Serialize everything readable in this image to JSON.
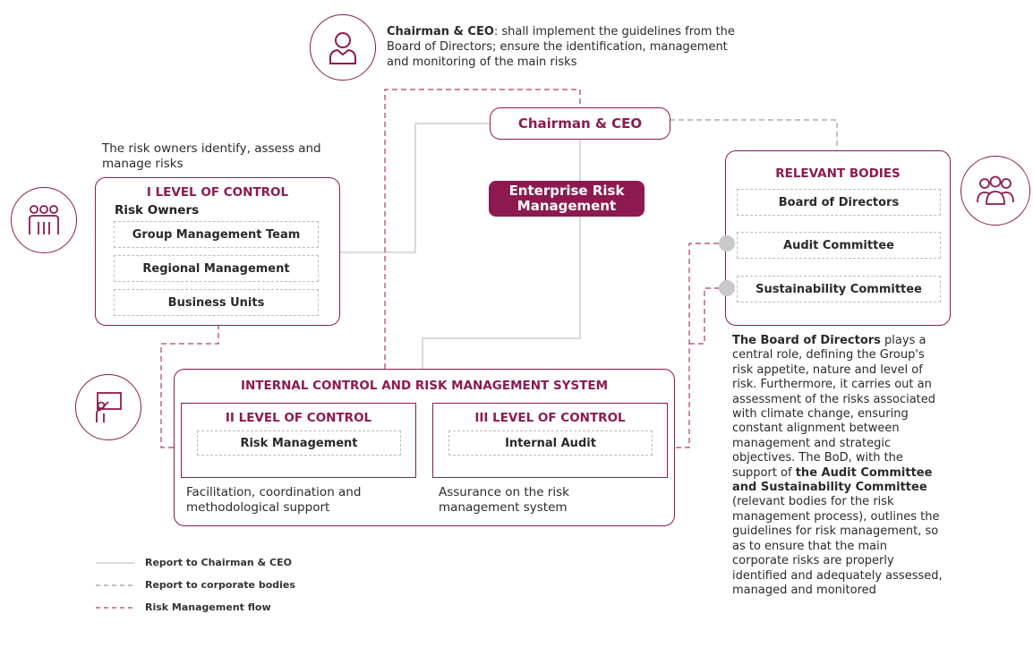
{
  "ceo_note": {
    "bold": "Chairman & CEO",
    "text": ": shall implement the guidelines from the Board of Directors; ensure the identification, management and monitoring of the main risks"
  },
  "ceo_pill_label": "Chairman & CEO",
  "erm_label": "Enterprise Risk Management",
  "risk_owners_note": "The risk owners identify, assess and manage risks",
  "level1": {
    "title": "I LEVEL OF CONTROL",
    "subtitle": "Risk Owners",
    "items": [
      "Group Management Team",
      "Regional Management",
      "Business Units"
    ]
  },
  "relevant_bodies": {
    "title": "RELEVANT BODIES",
    "items": [
      "Board of Directors",
      "Audit Committee",
      "Sustainability Committee"
    ]
  },
  "internal_system": {
    "title": "INTERNAL CONTROL AND RISK MANAGEMENT SYSTEM",
    "level2": {
      "title": "II LEVEL OF CONTROL",
      "item": "Risk Management",
      "caption": "Facilitation, coordination and methodological support"
    },
    "level3": {
      "title": "III LEVEL OF CONTROL",
      "item": "Internal Audit",
      "caption": "Assurance on the risk management system"
    }
  },
  "board_note": {
    "bold1": "The Board of Directors",
    "text1": " plays a central role, defining the Group's risk appetite, nature and level of risk. Furthermore, it carries out an assessment of the risks associated with climate change, ensuring constant alignment between management and strategic objectives. The BoD, with the support of ",
    "bold2": "the Audit Committee and Sustainability Committee",
    "text2": " (relevant bodies for the risk management process), outlines the guidelines for risk management, so as to ensure that the main corporate risks are properly identified and adequately assessed, managed and monitored"
  },
  "legend": [
    {
      "label": "Report to Chairman & CEO",
      "style": "solid-grey"
    },
    {
      "label": "Report to corporate bodies",
      "style": "dashed-grey"
    },
    {
      "label": "Risk Management flow",
      "style": "dashed-red"
    }
  ],
  "icons": {
    "ceo": "person-icon",
    "bodies": "group-icon",
    "owners": "team-icon",
    "system": "presentation-icon"
  },
  "colors": {
    "accent": "#8c1a4f",
    "grey_line": "#bdbdbd",
    "dashed_red": "#b03a6a"
  }
}
